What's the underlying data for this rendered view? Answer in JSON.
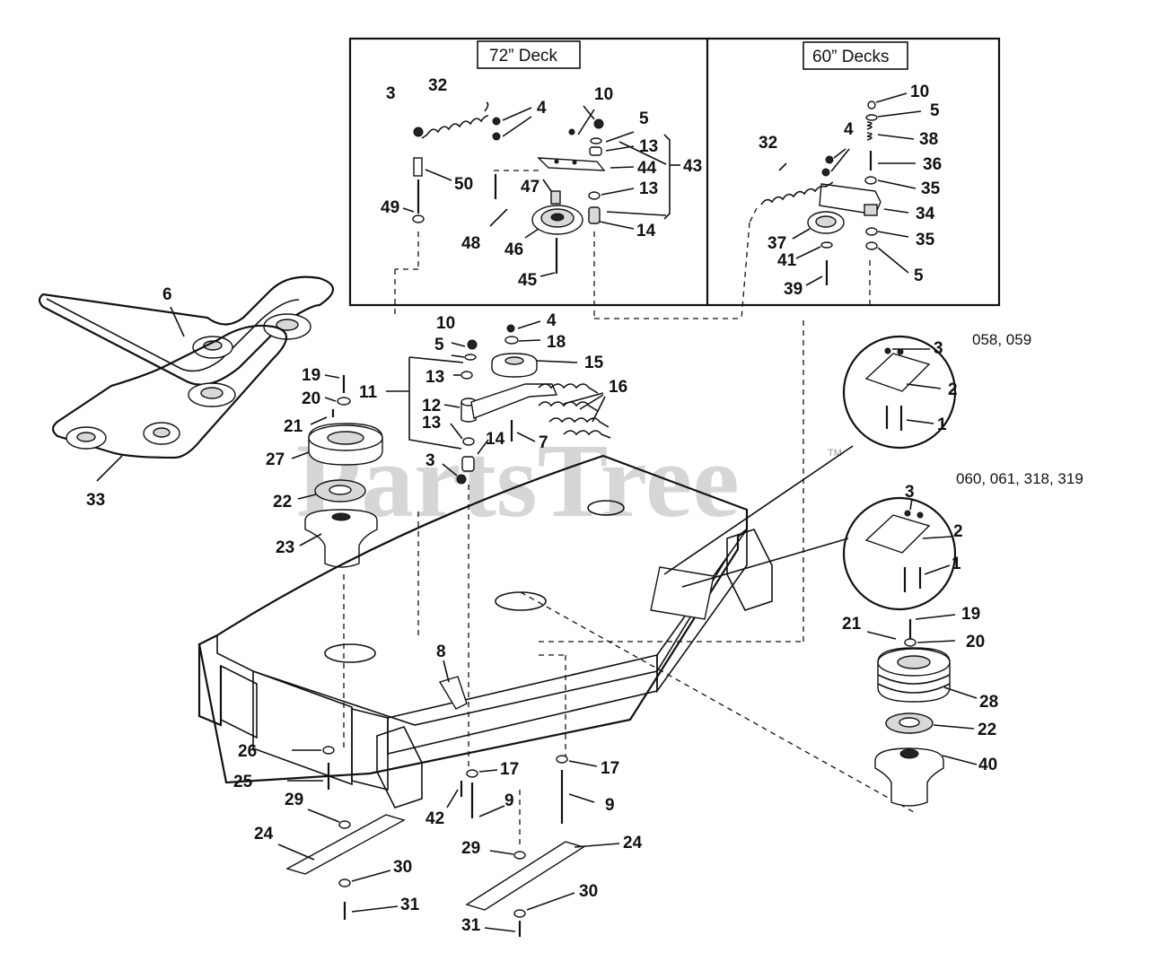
{
  "insets": {
    "deck72_label": "72” Deck",
    "deck60_label": "60” Decks"
  },
  "models": {
    "top": "058, 059",
    "bottom": "060, 061, 318, 319"
  },
  "watermark": "PartsTree",
  "trademark": "TM",
  "callouts": {
    "c72_3": "3",
    "c72_32": "32",
    "c72_4": "4",
    "c72_10": "10",
    "c72_5": "5",
    "c72_13a": "13",
    "c72_44": "44",
    "c72_43": "43",
    "c72_50": "50",
    "c72_47": "47",
    "c72_13b": "13",
    "c72_49": "49",
    "c72_48": "48",
    "c72_46": "46",
    "c72_14": "14",
    "c72_45": "45",
    "c60_10": "10",
    "c60_5a": "5",
    "c60_4": "4",
    "c60_32": "32",
    "c60_38": "38",
    "c60_36": "36",
    "c60_35a": "35",
    "c60_34": "34",
    "c60_37": "37",
    "c60_35b": "35",
    "c60_41": "41",
    "c60_39": "39",
    "c60_5b": "5",
    "m_6": "6",
    "m_33": "33",
    "m_19": "19",
    "m_20": "20",
    "m_21": "21",
    "m_27": "27",
    "m_22": "22",
    "m_23": "23",
    "m_10": "10",
    "m_5": "5",
    "m_4": "4",
    "m_18": "18",
    "m_15": "15",
    "m_16": "16",
    "m_11": "11",
    "m_13a": "13",
    "m_12": "12",
    "m_13b": "13",
    "m_14": "14",
    "m_7": "7",
    "m_3": "3",
    "m_8": "8",
    "m_26": "26",
    "m_25": "25",
    "m_29a": "29",
    "m_24a": "24",
    "m_30a": "30",
    "m_31a": "31",
    "m_17a": "17",
    "m_42": "42",
    "m_9a": "9",
    "m_17b": "17",
    "m_9b": "9",
    "m_29b": "29",
    "m_24b": "24",
    "m_30b": "30",
    "m_31b": "31",
    "r_3a": "3",
    "r_2a": "2",
    "r_1a": "1",
    "r_3b": "3",
    "r_2b": "2",
    "r_1b": "1",
    "r_21": "21",
    "r_19": "19",
    "r_20": "20",
    "r_28": "28",
    "r_22": "22",
    "r_40": "40"
  }
}
